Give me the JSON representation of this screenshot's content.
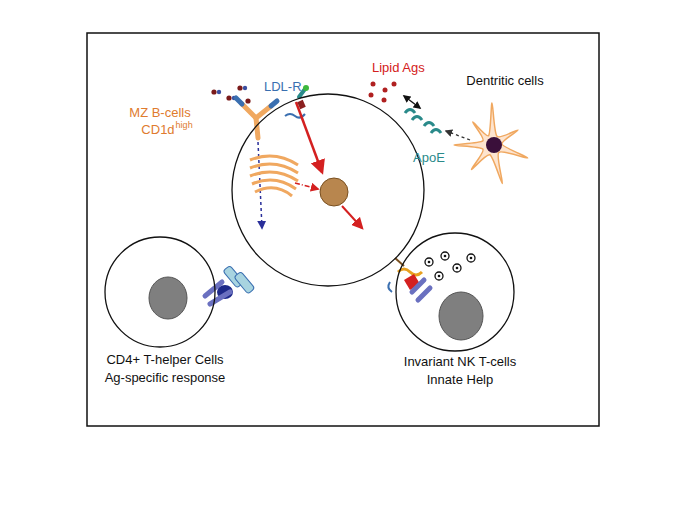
{
  "diagram": {
    "nodes": [
      {
        "text": [
          "MZ B-cells",
          "CD1d",
          "high"
        ]
      },
      {
        "text": [
          "CD4+ T-helper Cells",
          "Ag-specific response"
        ]
      },
      {
        "text": [
          "Invariant NK T-cells",
          "Innate Help"
        ]
      },
      {
        "text": [
          "Dentritic cells"
        ]
      }
    ],
    "labels": [
      "Lipid Ags",
      "LDL-R",
      "ApoE"
    ]
  }
}
